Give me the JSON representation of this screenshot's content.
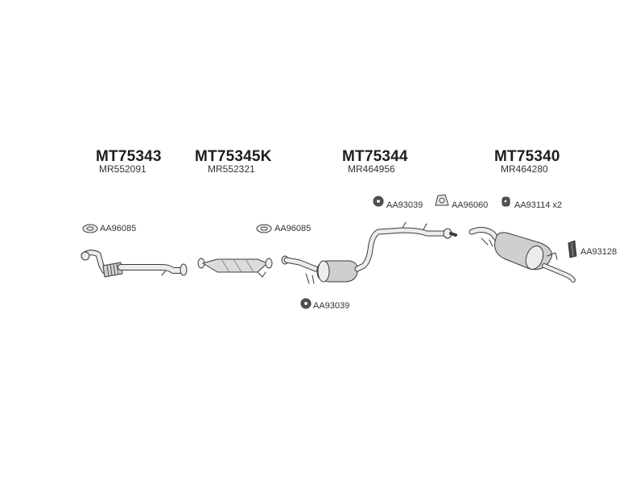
{
  "groups": [
    {
      "code": "MT75343",
      "ref": "MR552091"
    },
    {
      "code": "MT75345K",
      "ref": "MR552321"
    },
    {
      "code": "MT75344",
      "ref": "MR464956"
    },
    {
      "code": "MT75340",
      "ref": "MR464280"
    }
  ],
  "parts": {
    "gasket_front": "AA96085",
    "gasket_cat": "AA96085",
    "hanger_under_mid": "AA93039",
    "hanger_top_mid": "AA93039",
    "bracket_top": "AA96060",
    "rubber_rear": "AA93114",
    "rubber_rear_qty": "x2",
    "clamp_rear": "AA93128"
  },
  "colors": {
    "line": "#3a3a3a",
    "fill_light": "#ececec",
    "fill_mid": "#cfcfcf"
  }
}
